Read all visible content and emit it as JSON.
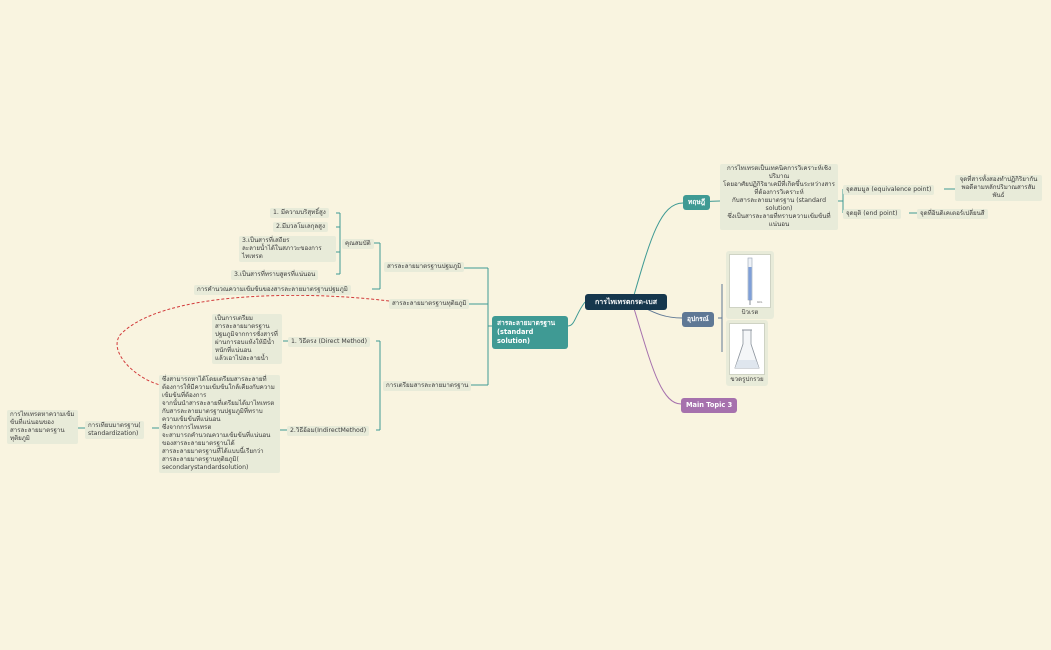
{
  "root": "การไทเทรตกรด-เบส",
  "colors": {
    "background": "#f9f4e0",
    "root": "#16374d",
    "branch_teal": "#3f9a94",
    "branch_slate": "#5f7895",
    "branch_purple": "#a671ad",
    "relation_line": "#d23b3b"
  },
  "theory": {
    "label": "ทฤษฎี",
    "description": "การไทเทรตเป็นเทคนิคการวิเคราะห์เชิงปริมาณ\nโดยอาศัยปฏิกิริยาเคมีที่เกิดขึ้นระหว่างสารที่ต้องการวิเคราะห์\nกับสารละลายมาตรฐาน (standard solution)\nซึ่งเป็นสารละลายที่ทราบความเข้มข้นที่แน่นอน",
    "equivalence_point": "จุดสมมูล (equivalence point)",
    "equivalence_desc": "จุดที่สารทั้งสองทำปฏิกิริยากันพอดีตามหลักปริมาณสารสัมพันธ์",
    "end_point": "จุดยุติ (end point)",
    "end_point_desc": "จุดที่อินดิเคเตอร์เปลี่ยนสี"
  },
  "equipment": {
    "label": "อุปกรณ์",
    "burette": "บิวเรต",
    "flask": "ขวดรูปกรวย",
    "burette_marking": "0mL"
  },
  "main_topic_3": "Main Topic 3",
  "standard_solution": {
    "label": "สารละลายมาตรฐาน\n(standard solution)",
    "primary": {
      "label": "สารละลายมาตรฐานปฐมภูมิ",
      "properties_label": "คุณสมบัติ",
      "properties": [
        "1. มีความบริสุทธิ์สูง",
        "2.มีมวลโมเลกุลสูง",
        "3.เป็นสารที่เสถียร\nละลายน้ำได้ในสภาวะของการไทเทรต",
        "3.เป็นสารที่ทราบสูตรที่แน่นอน"
      ],
      "calculation": "การคำนวณความเข้มข้นของสารละลายมาตรฐานปฐมภูมิ"
    },
    "secondary": "สารละลายมาตรฐานทุติยภูมิ",
    "preparation": {
      "label": "การเตรียมสารละลายมาตรฐาน",
      "direct": "1. วิธีตรง (Direct Method)",
      "direct_desc": "เป็นการเตรียมสารละลายมาตรฐานปฐมภูมิจากการชั่งสารที่ผ่านการอบแห้งให้มีน้ำหนักที่แน่นอน\nแล้วเอาไปละลายน้ำ",
      "indirect": "2.วิธีอ้อม(IndirectMethod)",
      "indirect_desc": "ซึ่งสามารถหาได้โดยเตรียมสารละลายที่ต้องการให้มีความเข้มข้นใกล้เคียงกับความเข้มข้นที่ต้องการ\nจากนั้นนำสารละลายที่เตรียมได้มาไทเทรตกับสารละลายมาตรฐานปฐมภูมิที่ทราบความเข้มข้นที่แน่นอน\nซึ่งจากการไทเทรต\nจะสามารถคำนวณความเข้มข้นที่แน่นอนของสารละลายมาตรฐานได้\nสารละลายมาตรฐานที่ได้แบบนี้เรียกว่า สารละลายมาตรฐานทุติยภูมิ(\nsecondarystandardsolution)",
      "standardization": "การเทียบมาตรฐาน(\nstandardization)",
      "standardization_desc": "การไทเทรตหาความเข้มข้นที่แน่นอนของสารละลายมาตรฐานทุติยภูมิ"
    }
  }
}
